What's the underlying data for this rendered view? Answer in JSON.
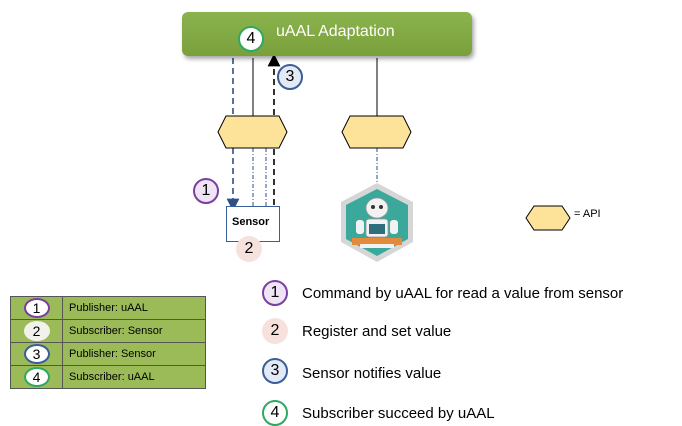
{
  "banner": {
    "title": "uAAL Adaptation",
    "step": "4"
  },
  "arrow_step": "3",
  "left_step": "1",
  "sensor": {
    "label": "Sensor",
    "step": "2"
  },
  "api_legend": {
    "text": "= API"
  },
  "legend_table": [
    {
      "num": "1",
      "text": "Publisher: uAAL"
    },
    {
      "num": "2",
      "text": "Subscriber: Sensor"
    },
    {
      "num": "3",
      "text": "Publisher: Sensor"
    },
    {
      "num": "4",
      "text": "Subscriber: uAAL"
    }
  ],
  "steps": [
    {
      "num": "1",
      "text": "Command by uAAL for read a value from sensor"
    },
    {
      "num": "2",
      "text": "Register and set value"
    },
    {
      "num": "3",
      "text": "Sensor notifies value"
    },
    {
      "num": "4",
      "text": "Subscriber succeed by uAAL"
    }
  ],
  "colors": {
    "banner_green": "#7aa03c",
    "api_fill": "#fde39a",
    "circle_purple": "#7a3fa0",
    "circle_blue": "#3a5e9a",
    "circle_green": "#2fa860",
    "table_green": "#9bbb59"
  }
}
